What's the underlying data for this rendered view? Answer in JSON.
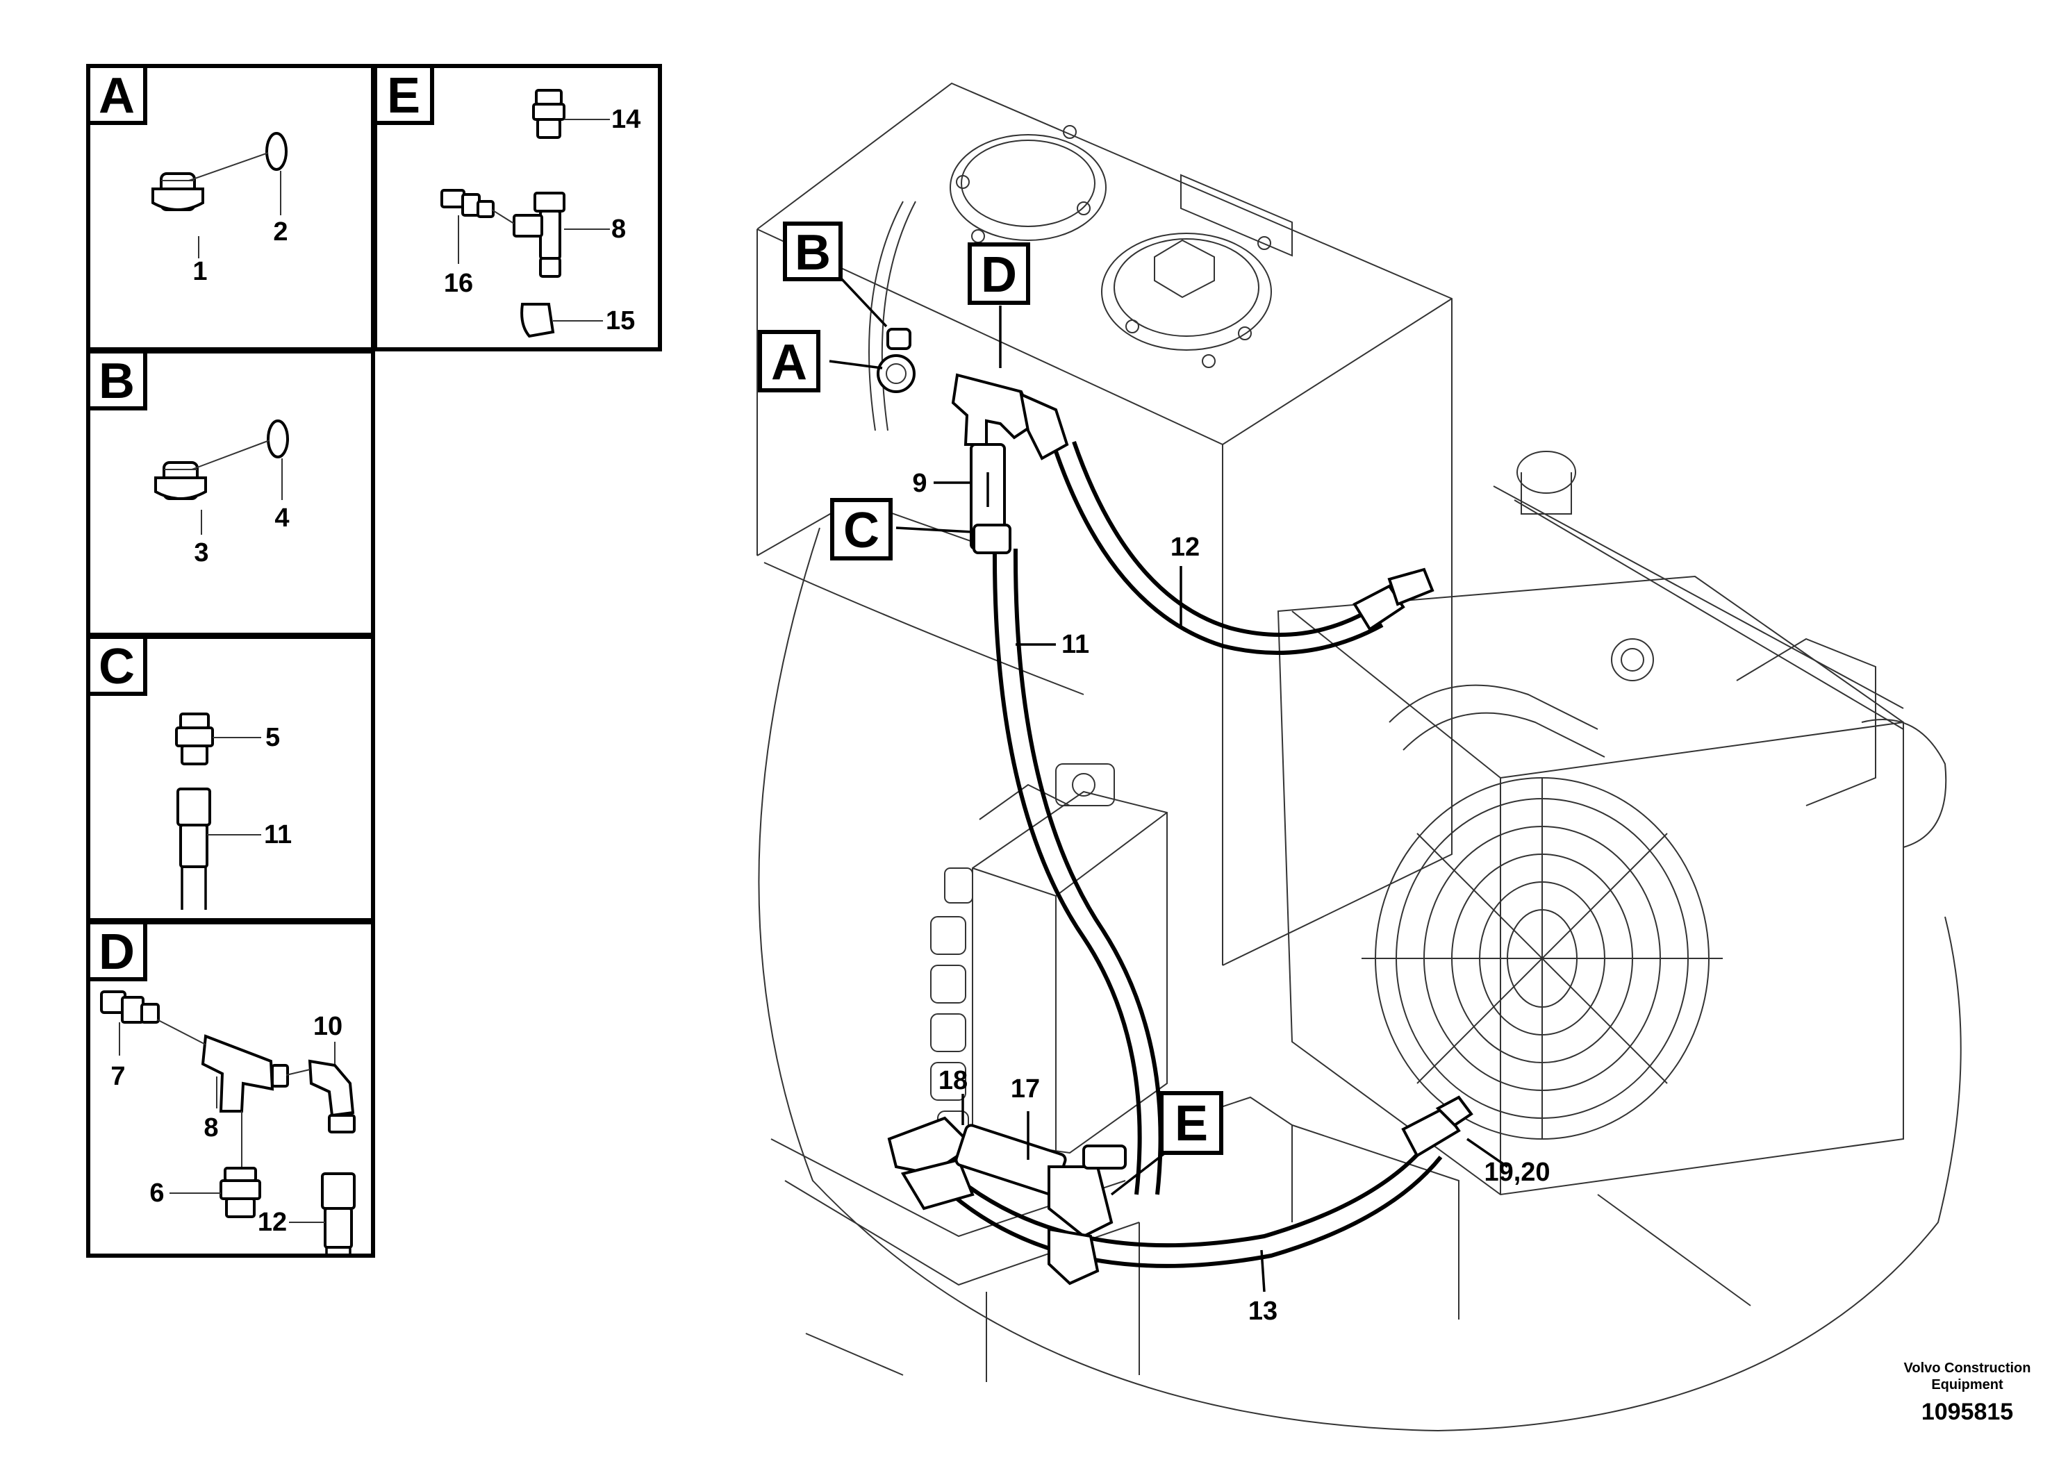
{
  "detail_panels": [
    {
      "id": "A",
      "parts": [
        "1",
        "2"
      ]
    },
    {
      "id": "B",
      "parts": [
        "3",
        "4"
      ]
    },
    {
      "id": "C",
      "parts": [
        "5",
        "11"
      ]
    },
    {
      "id": "D",
      "parts": [
        "7",
        "10",
        "8",
        "6",
        "12"
      ]
    },
    {
      "id": "E",
      "parts": [
        "14",
        "8",
        "16",
        "15"
      ]
    }
  ],
  "main_callouts": [
    "B",
    "D",
    "A",
    "C",
    "E"
  ],
  "main_numbers": [
    "9",
    "12",
    "11",
    "18",
    "17",
    "19,20",
    "13"
  ],
  "credit": {
    "line1": "Volvo Construction",
    "line2": "Equipment"
  },
  "document_id": "1095815"
}
